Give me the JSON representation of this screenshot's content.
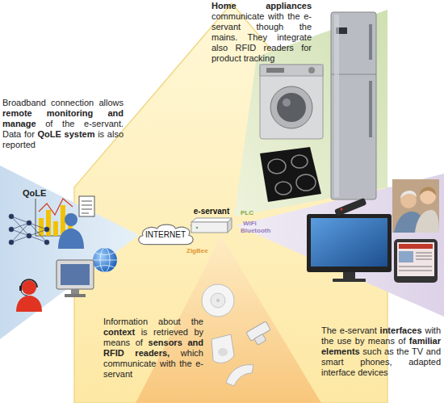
{
  "diagram": {
    "nodes": [
      {
        "text": [
          "INTERNET"
        ]
      },
      {
        "text": [
          "e-servant"
        ]
      }
    ],
    "edges": [
      {
        "from": 0,
        "to": 1,
        "arrow": "none"
      }
    ],
    "labels": [
      "Home appliances communicate with the e-servant though the mains. They integrate also RFID readers for product tracking",
      "Broadband connection allows remote monitoring and manage of the e-servant. Data for QoLE system is also reported",
      "QoLE",
      "PLC",
      "WiFi",
      "Bluetooth",
      "ZigBee",
      "Information about the context is retrieved by means of sensors and RFID readers, which communicate with the e-servant",
      "The e-servant interfaces with the use by means of familiar elements such as the TV and smart phones, adapted interface devices"
    ]
  }
}
